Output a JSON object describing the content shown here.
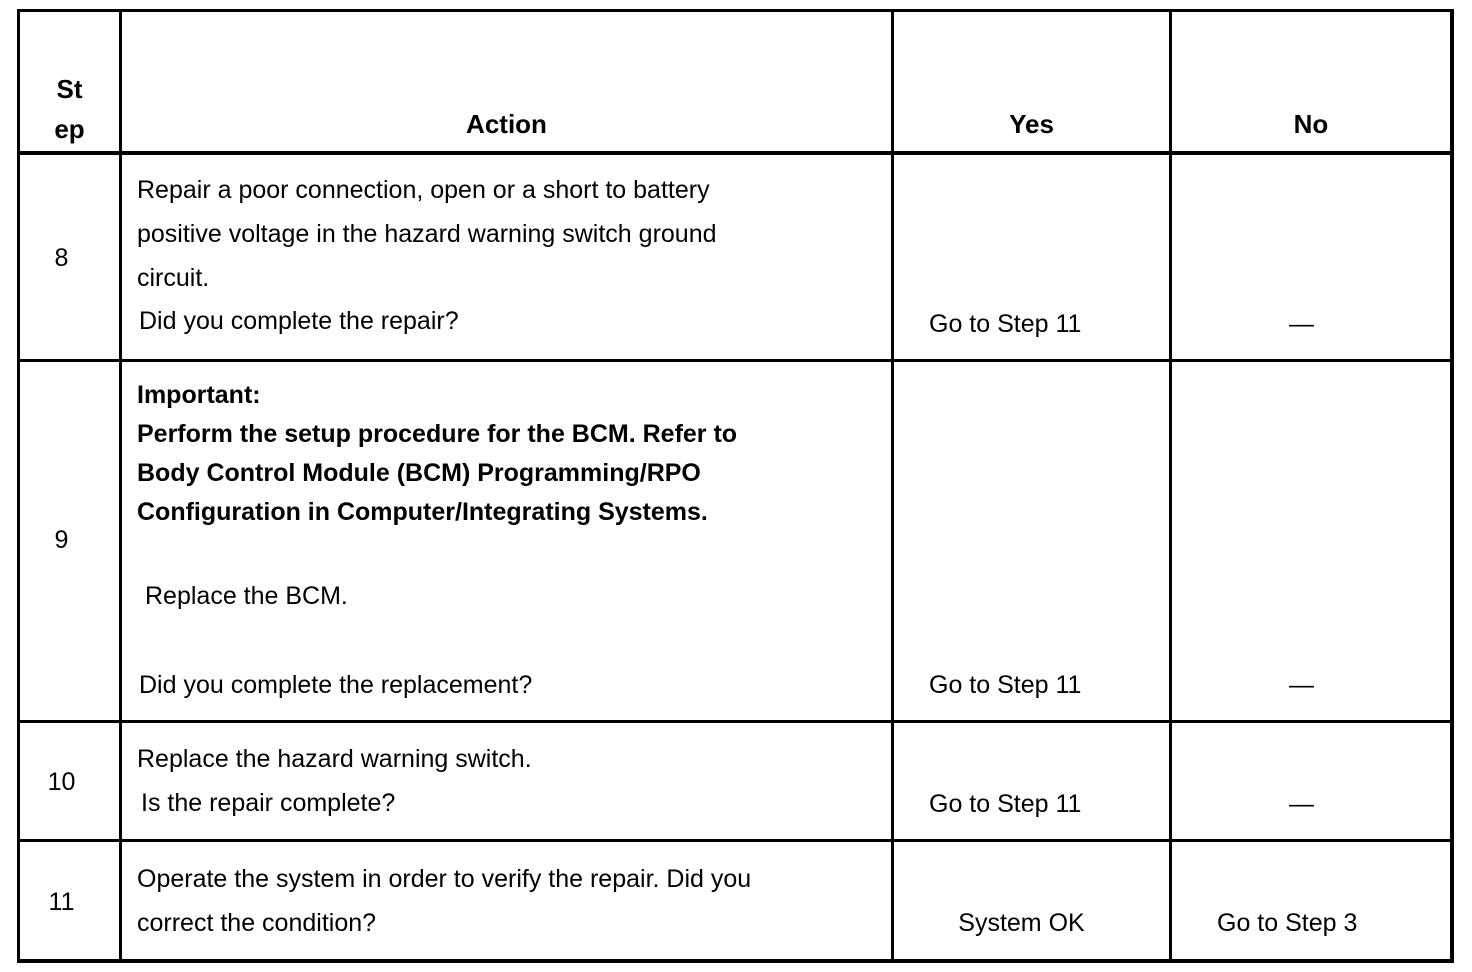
{
  "headers": {
    "step": "Step",
    "step_line1": "St",
    "step_line2": "ep",
    "action": "Action",
    "yes": "Yes",
    "no": "No"
  },
  "rows": [
    {
      "step": "8",
      "action_lines": [
        "Repair a poor connection, open or a short to battery",
        "positive voltage in the hazard warning switch ground",
        "circuit."
      ],
      "question": "Did you complete the repair?",
      "yes": "Go to Step 11",
      "no": "—"
    },
    {
      "step": "9",
      "important_label": "Important:",
      "important_lines": [
        "Perform the setup procedure for the BCM. Refer to",
        "Body Control Module (BCM) Programming/RPO",
        "Configuration in Computer/Integrating Systems."
      ],
      "action": "Replace the BCM.",
      "question": "Did you complete the replacement?",
      "yes": "Go to Step 11",
      "no": "—"
    },
    {
      "step": "10",
      "action": "Replace the hazard warning switch.",
      "question": "Is the repair complete?",
      "yes": "Go to Step 11",
      "no": "—"
    },
    {
      "step": "11",
      "action_lines": [
        "Operate the system in order to verify the repair. Did you",
        "correct the condition?"
      ],
      "yes": "System OK",
      "no": "Go to Step 3"
    }
  ]
}
